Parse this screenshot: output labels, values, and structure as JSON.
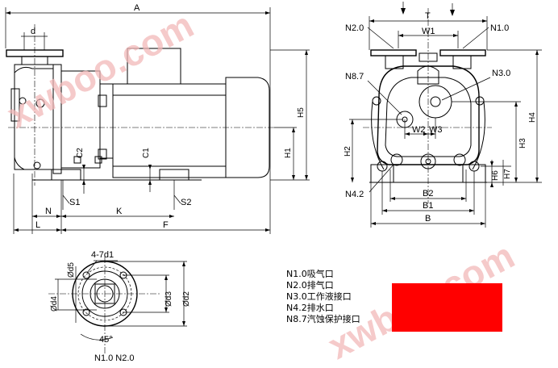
{
  "side_view": {
    "labels": {
      "A": "A",
      "d": "d",
      "H5": "H5",
      "H1": "H1",
      "C2": "C2",
      "C1": "C1",
      "S1": "S1",
      "S2": "S2",
      "N": "N",
      "K": "K",
      "L": "L",
      "F": "F"
    }
  },
  "front_view": {
    "labels": {
      "T": "T",
      "W1": "W1",
      "N2_0": "N2.0",
      "N1_0": "N1.0",
      "N8_7": "N8.7",
      "N3_0": "N3.0",
      "W2": "W2",
      "W3": "W3",
      "H2": "H2",
      "H3": "H3",
      "H4": "H4",
      "H6": "H6",
      "H7": "H7",
      "N4_2": "N4.2",
      "B2": "B2",
      "B1": "B1",
      "B": "B"
    }
  },
  "flange_view": {
    "labels": {
      "hole_spec": "4-7d1",
      "d5": "Ød5",
      "d4": "Ød4",
      "d3": "Ød3",
      "d2": "Ød2",
      "angle": "45°",
      "bottom": "N1.0 N2.0"
    }
  },
  "legend": [
    "N1.0吸气口",
    "N2.0排气口",
    "N3.0工作液接口",
    "N4.2排水口",
    "N8.7汽蚀保护接口"
  ],
  "watermark": {
    "text": "xwboo.com"
  },
  "colors": {
    "line": "#000000",
    "red_box": "#ff0000",
    "watermark": "#f2b9b9"
  }
}
